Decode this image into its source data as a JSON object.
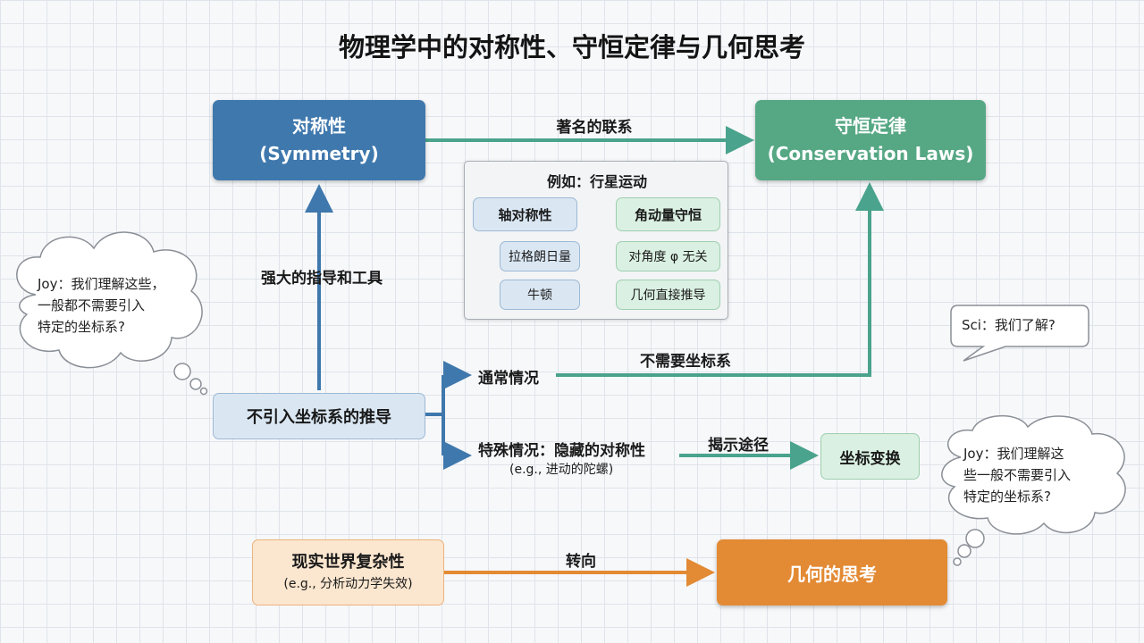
{
  "title": "物理学中的对称性、守恒定律与几何思考",
  "nodes": {
    "symmetry": {
      "line1": "对称性",
      "line2": "(Symmetry)"
    },
    "conservation": {
      "line1": "守恒定律",
      "line2": "(Conservation Laws)"
    },
    "derivation": "不引入坐标系的推导",
    "coord_transform": "坐标变换",
    "real_world": {
      "line1": "现实世界复杂性",
      "line2": "(e.g., 分析动力学失效)"
    },
    "geometry": "几何的思考"
  },
  "example": {
    "title": "例如：行星运动",
    "rows": [
      {
        "left": "轴对称性",
        "right": "角动量守恒"
      },
      {
        "left": "拉格朗日量",
        "right": "对角度 φ 无关"
      },
      {
        "left": "牛顿",
        "right": "几何直接推导"
      }
    ]
  },
  "edge_labels": {
    "famous_link": "著名的联系",
    "guidance": "强大的指导和工具",
    "no_coord": "不需要坐标系",
    "reveal": "揭示途径",
    "turn": "转向"
  },
  "branches": {
    "usual": "通常情况",
    "special": "特殊情况：隐藏的对称性",
    "special_eg": "(e.g., 进动的陀螺)"
  },
  "bubbles": {
    "left": [
      "Joy：我们理解这些，",
      "一般都不需要引入",
      "特定的坐标系?"
    ],
    "sci": "Sci：我们了解?",
    "right": [
      "Joy：我们理解这",
      "些一般不需要引入",
      "特定的坐标系?"
    ]
  },
  "colors": {
    "blue": "#3f78ad",
    "green": "#56a784",
    "orange": "#e38a34",
    "teal_arrow": "#4aa38c",
    "blue_arrow": "#3f78ad",
    "orange_arrow": "#e38a34"
  }
}
